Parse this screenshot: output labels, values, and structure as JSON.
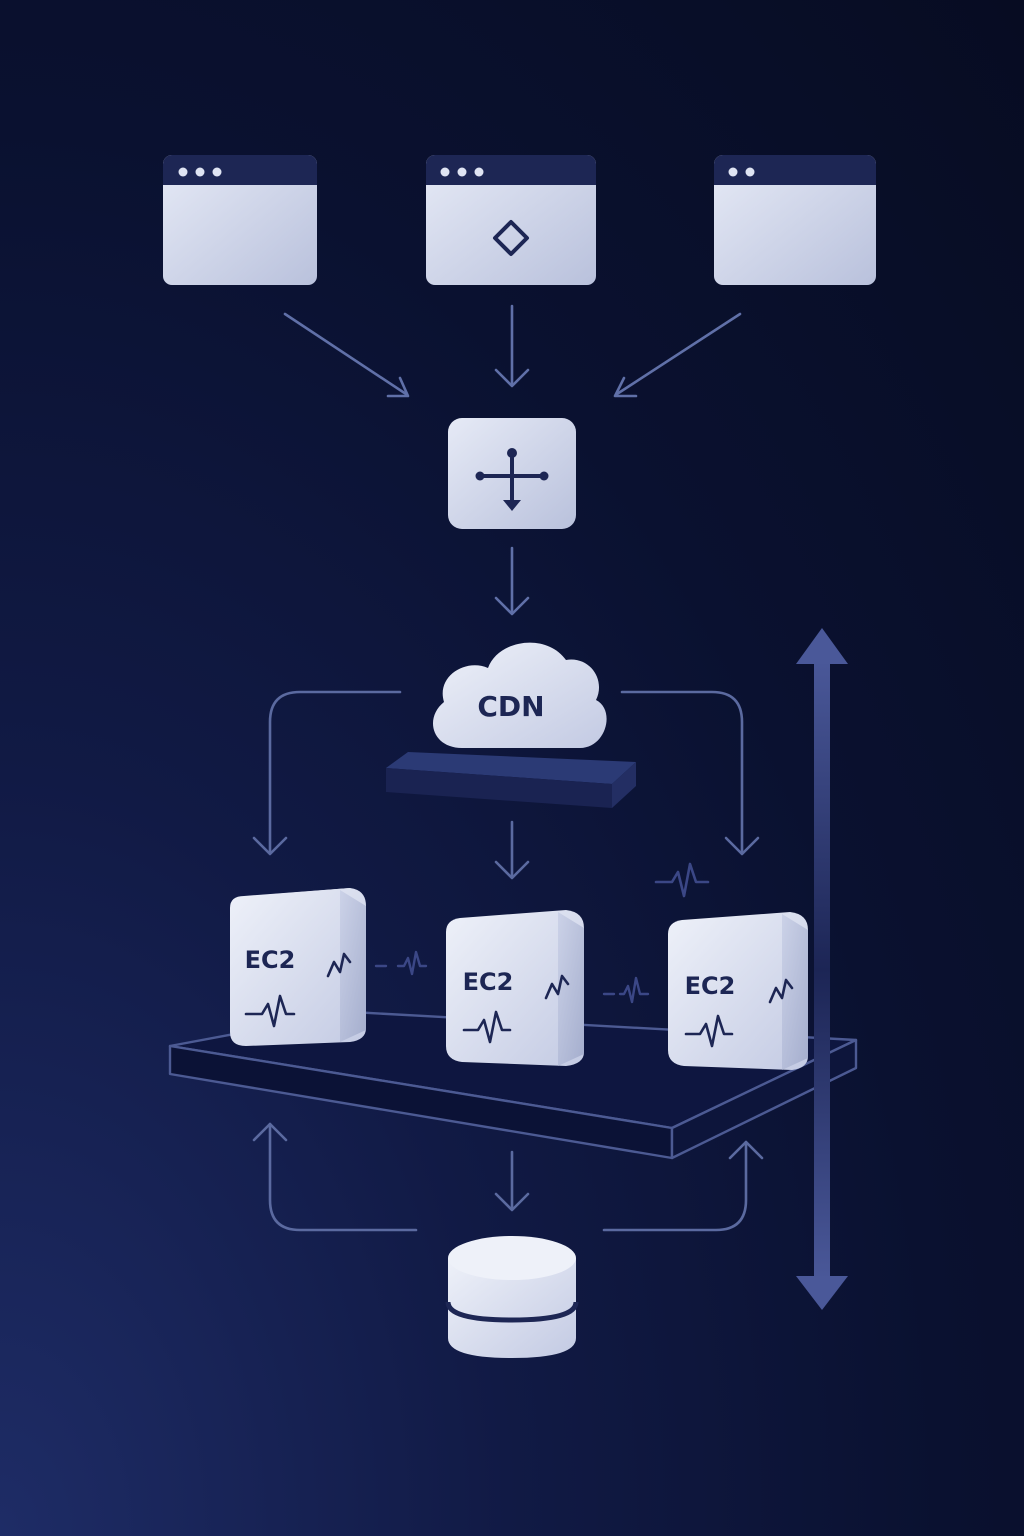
{
  "colors": {
    "background_dark": "#070c22",
    "background_glow": "#1e2c66",
    "card_light": "#dfe4f3",
    "card_shade": "#a9b2cf",
    "titlebar": "#1d2654",
    "line": "#5b6aa0",
    "line_bright": "#6f7fb8",
    "ink": "#1d2654"
  },
  "icons": {
    "browser_window": "browser-window-icon",
    "load_balancer": "move-arrows-icon",
    "cdn": "cloud-icon",
    "compute": "cube-icon",
    "pulse": "heartbeat-icon",
    "database": "database-icon",
    "scaling": "double-arrow-icon"
  },
  "clients": [
    {
      "name": "client-window-1",
      "dots": 3,
      "glyph": ""
    },
    {
      "name": "client-window-2",
      "dots": 3,
      "glyph": "diamond"
    },
    {
      "name": "client-window-3",
      "dots": 2,
      "glyph": ""
    }
  ],
  "cdn": {
    "label": "CDN"
  },
  "instances": [
    {
      "label": "EC2"
    },
    {
      "label": "EC2"
    },
    {
      "label": "EC2"
    }
  ]
}
